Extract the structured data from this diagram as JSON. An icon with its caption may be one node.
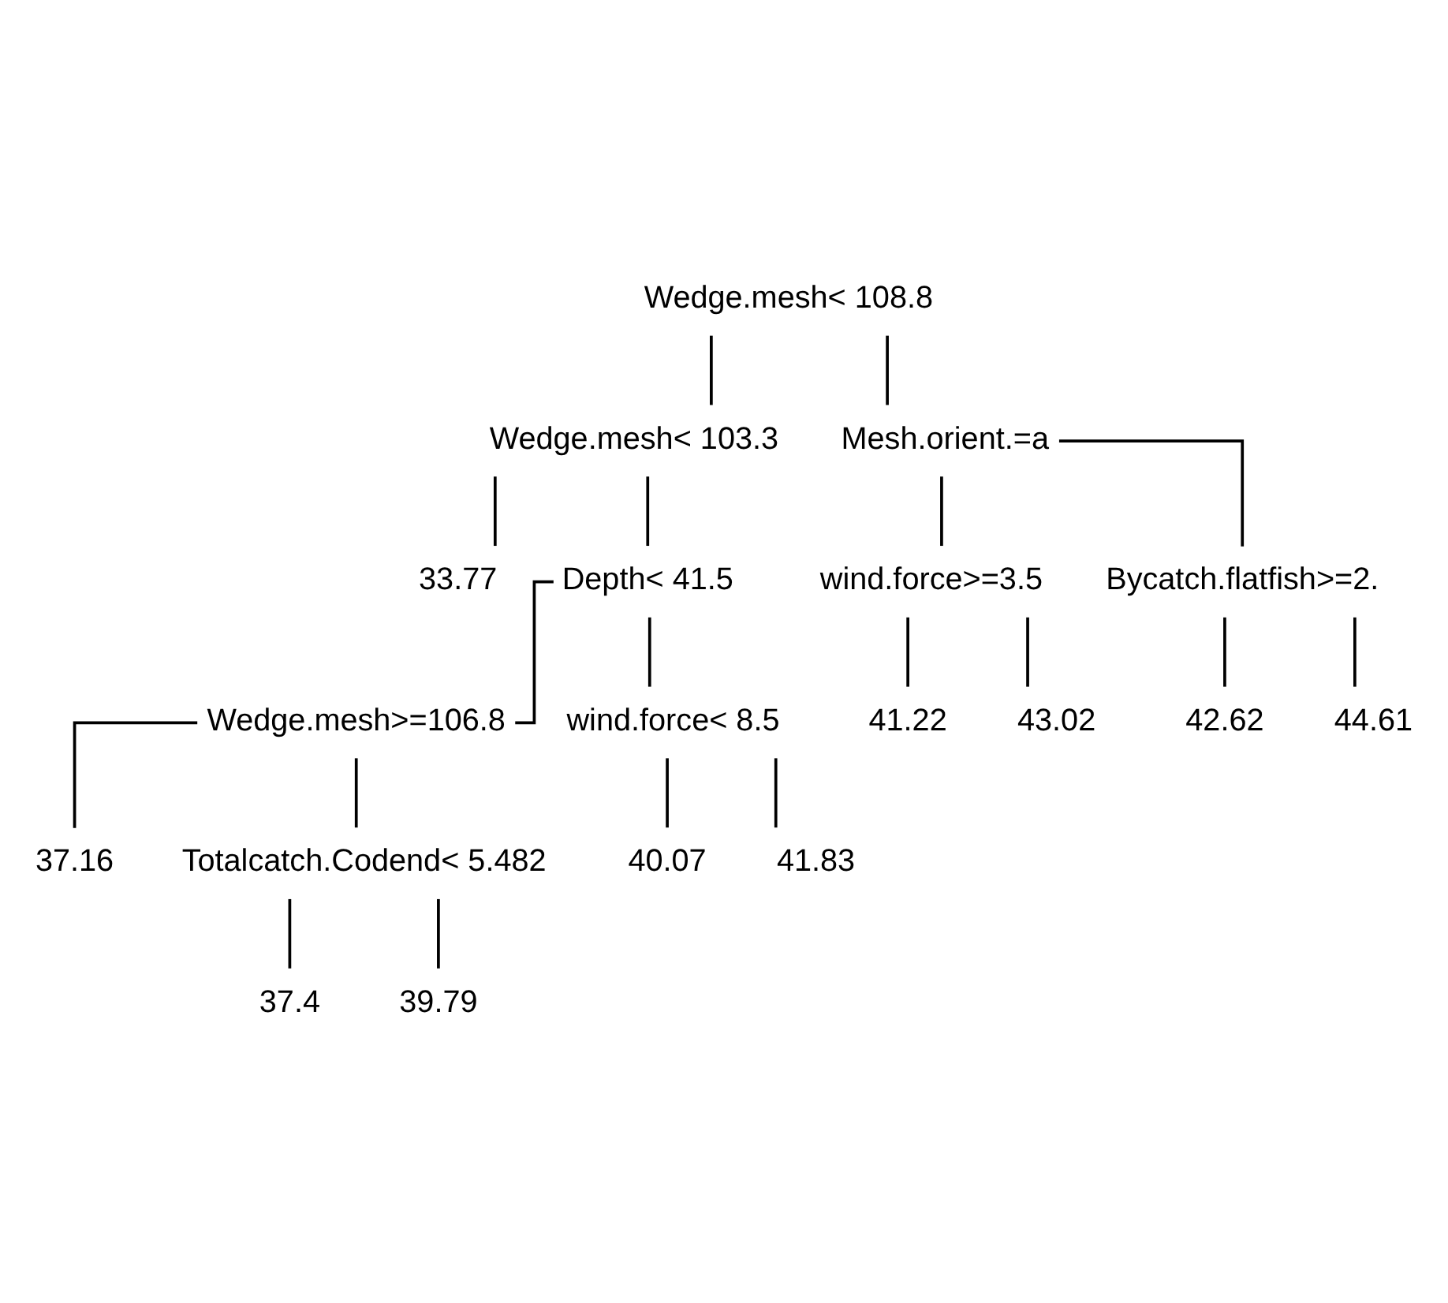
{
  "diagram": {
    "nodes": [
      {
        "text": [
          "Wedge.mesh< 108.8"
        ]
      },
      {
        "text": [
          "Wedge.mesh< 103.3"
        ]
      },
      {
        "text": [
          "33.77"
        ]
      },
      {
        "text": [
          "Depth< 41.5"
        ]
      },
      {
        "text": [
          "Wedge.mesh>=106.8"
        ]
      },
      {
        "text": [
          "37.16"
        ]
      },
      {
        "text": [
          "Totalcatch.Codend< 5.482"
        ]
      },
      {
        "text": [
          "37.4"
        ]
      },
      {
        "text": [
          "39.79"
        ]
      },
      {
        "text": [
          "wind.force< 8.5"
        ]
      },
      {
        "text": [
          "40.07"
        ]
      },
      {
        "text": [
          "41.83"
        ]
      },
      {
        "text": [
          "Mesh.orient.=a"
        ]
      },
      {
        "text": [
          "wind.force>=3.5"
        ]
      },
      {
        "text": [
          "41.22"
        ]
      },
      {
        "text": [
          "43.02"
        ]
      },
      {
        "text": [
          "Bycatch.flatfish>=2."
        ]
      },
      {
        "text": [
          "42.62"
        ]
      },
      {
        "text": [
          "44.61"
        ]
      }
    ],
    "edges": [
      {
        "from": 0,
        "to": 1,
        "arrow": "none"
      },
      {
        "from": 0,
        "to": 12,
        "arrow": "none"
      },
      {
        "from": 1,
        "to": 2,
        "arrow": "none"
      },
      {
        "from": 1,
        "to": 3,
        "arrow": "none"
      },
      {
        "from": 3,
        "to": 4,
        "arrow": "none"
      },
      {
        "from": 3,
        "to": 9,
        "arrow": "none"
      },
      {
        "from": 4,
        "to": 5,
        "arrow": "none"
      },
      {
        "from": 4,
        "to": 6,
        "arrow": "none"
      },
      {
        "from": 6,
        "to": 7,
        "arrow": "none"
      },
      {
        "from": 6,
        "to": 8,
        "arrow": "none"
      },
      {
        "from": 9,
        "to": 10,
        "arrow": "none"
      },
      {
        "from": 9,
        "to": 11,
        "arrow": "none"
      },
      {
        "from": 12,
        "to": 13,
        "arrow": "none"
      },
      {
        "from": 12,
        "to": 16,
        "arrow": "none"
      },
      {
        "from": 13,
        "to": 14,
        "arrow": "none"
      },
      {
        "from": 13,
        "to": 15,
        "arrow": "none"
      },
      {
        "from": 16,
        "to": 17,
        "arrow": "none"
      },
      {
        "from": 16,
        "to": 18,
        "arrow": "none"
      }
    ]
  }
}
